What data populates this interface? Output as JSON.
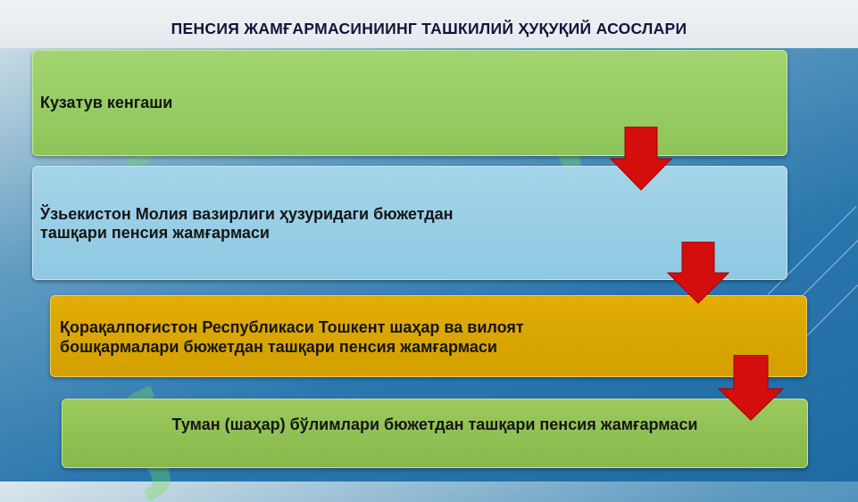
{
  "slide": {
    "title": "ПЕНСИЯ ЖАМҒАРМАСИНИИНГ ТАШКИЛИЙ ҲУҚУҚИЙ АСОСЛАРИ"
  },
  "hierarchy": {
    "level1": "Кузатув кенгаши",
    "level2_line1": "Ўзьекистон Молия вазирлиги ҳузуридаги бюжетдан",
    "level2_line2": "ташқари пенсия жамғармаси",
    "level3_line1": "Қорақалпоғистон Республикаси Тошкент шаҳар ва вилоят",
    "level3_line2": "бошқармалари бюжетдан ташқари пенсия жамғармаси",
    "level4": "Туман (шаҳар) бўлимлари бюжетдан ташқари пенсия жамғармаси"
  },
  "colors": {
    "level1": "#9ccf68",
    "level2": "#9acfe6",
    "level3": "#dba604",
    "level4": "#92c155",
    "arrow": "#d40d0d"
  }
}
